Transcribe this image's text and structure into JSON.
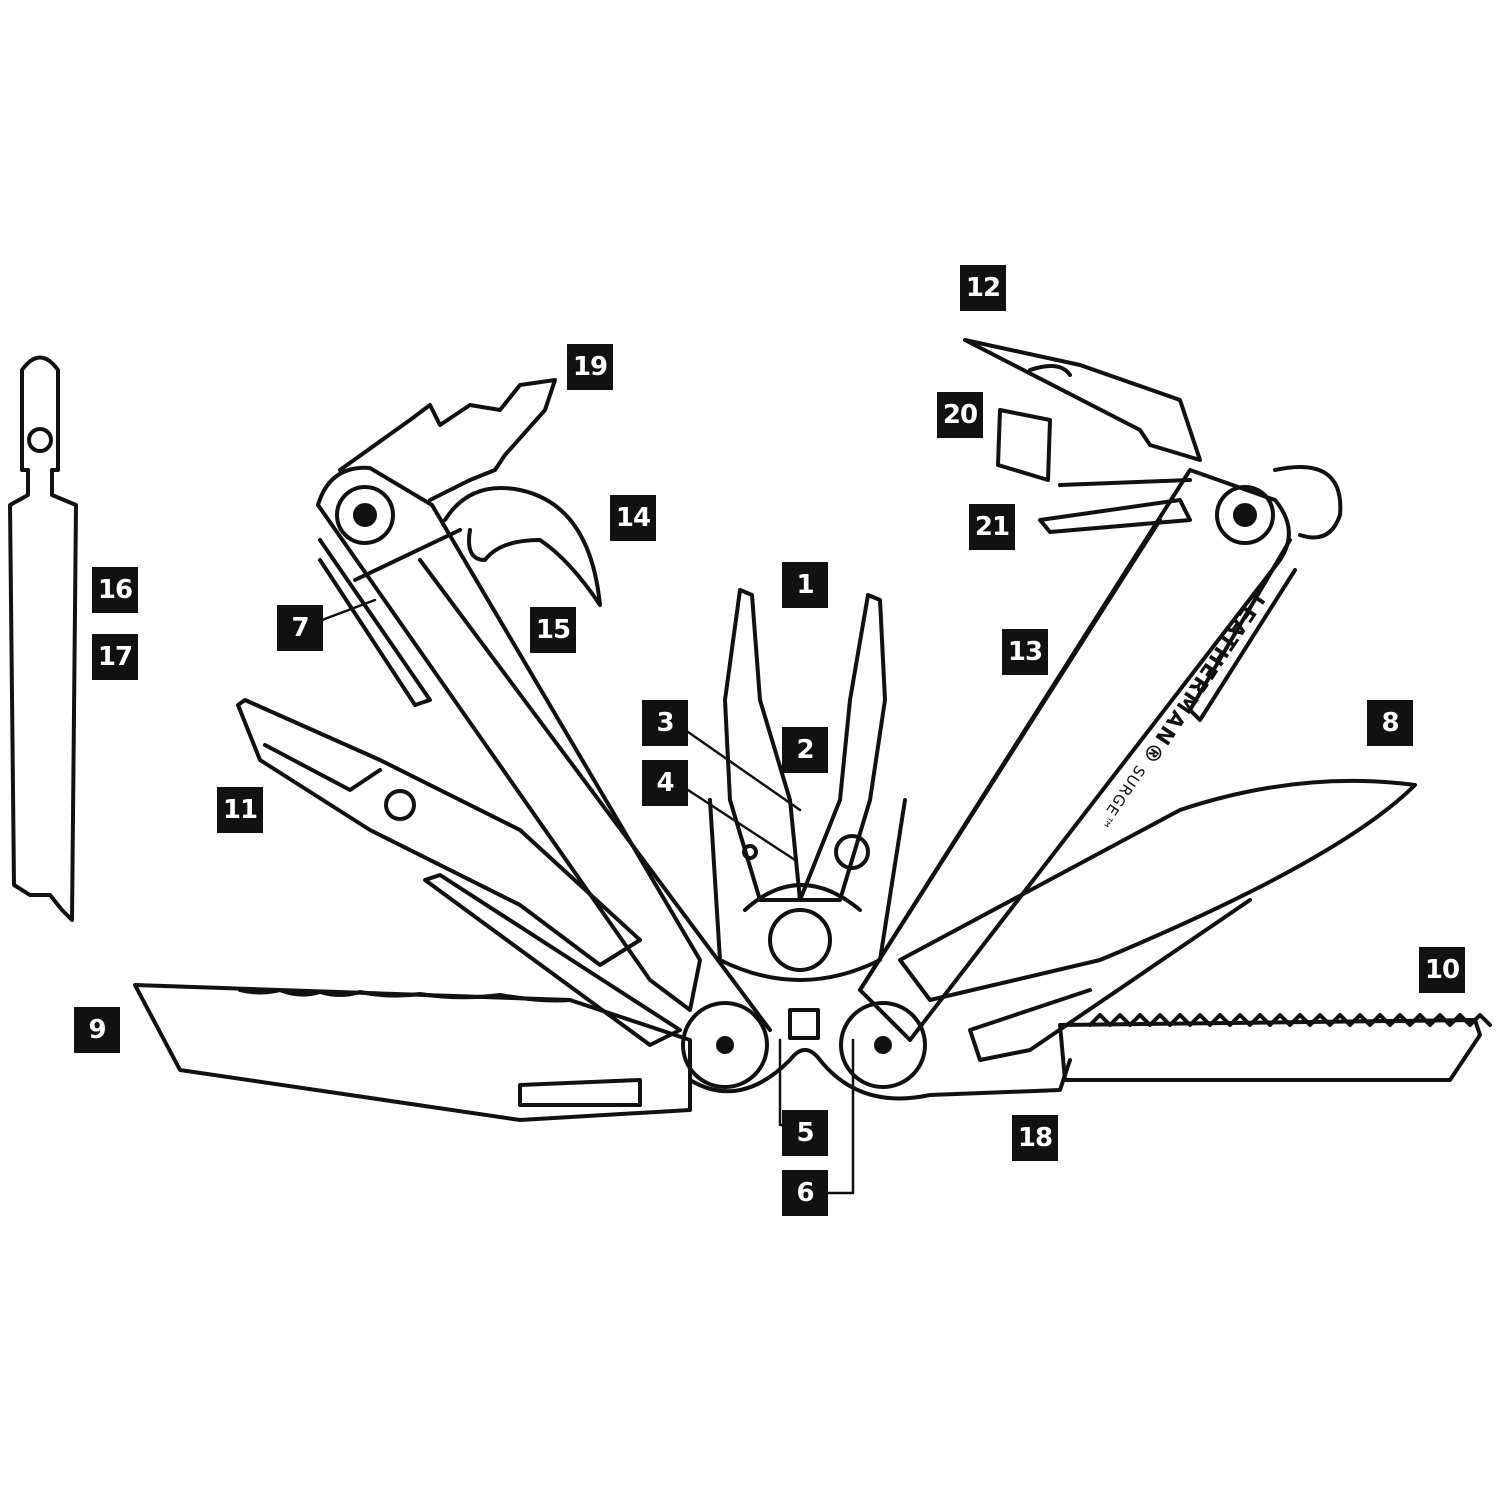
{
  "diagram": {
    "brand": "LEATHERMAN®",
    "model": "SURGE™",
    "callouts": [
      {
        "id": "c1",
        "label": "1"
      },
      {
        "id": "c2",
        "label": "2"
      },
      {
        "id": "c3",
        "label": "3"
      },
      {
        "id": "c4",
        "label": "4"
      },
      {
        "id": "c5",
        "label": "5"
      },
      {
        "id": "c6",
        "label": "6"
      },
      {
        "id": "c7",
        "label": "7"
      },
      {
        "id": "c8",
        "label": "8"
      },
      {
        "id": "c9",
        "label": "9"
      },
      {
        "id": "c10",
        "label": "10"
      },
      {
        "id": "c11",
        "label": "11"
      },
      {
        "id": "c12",
        "label": "12"
      },
      {
        "id": "c13",
        "label": "13"
      },
      {
        "id": "c14",
        "label": "14"
      },
      {
        "id": "c15",
        "label": "15"
      },
      {
        "id": "c16",
        "label": "16"
      },
      {
        "id": "c17",
        "label": "17"
      },
      {
        "id": "c18",
        "label": "18"
      },
      {
        "id": "c19",
        "label": "19"
      },
      {
        "id": "c20",
        "label": "20"
      },
      {
        "id": "c21",
        "label": "21"
      }
    ]
  }
}
